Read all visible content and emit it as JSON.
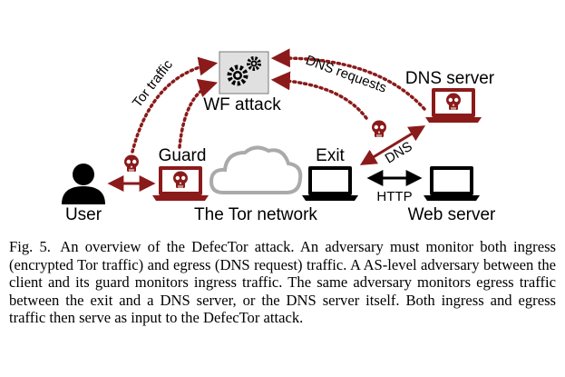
{
  "figure": {
    "labels": {
      "user": "User",
      "guard": "Guard",
      "tor_network": "The Tor network",
      "exit": "Exit",
      "dns_server": "DNS server",
      "web_server": "Web server",
      "wf_attack": "WF attack",
      "tor_traffic": "Tor traffic",
      "dns_requests": "DNS requests",
      "dns": "DNS",
      "http": "HTTP"
    },
    "colors": {
      "adversary": "#8b1a1a",
      "cloud_stroke": "#aaaaaa",
      "ink": "#000000"
    }
  },
  "caption": {
    "label": "Fig. 5.",
    "text": "An overview of the DefecTor attack. An adversary must monitor both ingress (encrypted Tor traffic) and egress (DNS request) traffic. A AS-level adversary between the client and its guard monitors ingress traffic. The same adversary monitors egress traffic between the exit and a DNS server, or the DNS server itself. Both ingress and egress traffic then serve as input to the DefecTor attack."
  }
}
